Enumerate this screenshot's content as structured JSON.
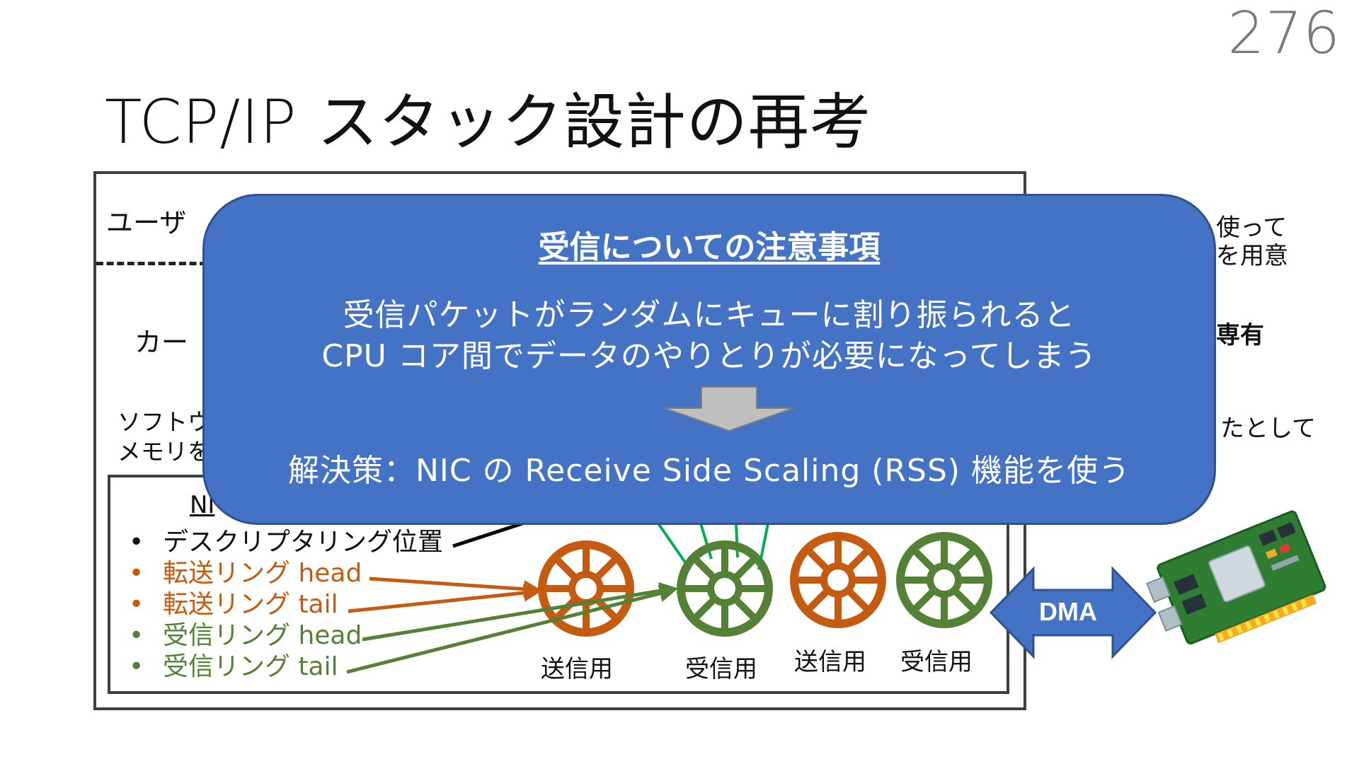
{
  "page_number": "276",
  "title": "TCP/IP スタック設計の再考",
  "user_label_partial": "ユーザ",
  "kernel_label_partial": "カー",
  "software_note_partial": [
    "ソフトウ",
    "メモリを"
  ],
  "right_text_fragments": {
    "use_line1": "使って",
    "use_line2": "を用意",
    "exclusive": "専有",
    "as_if": "たとして"
  },
  "nic_label_partial": "NI",
  "register_list": [
    {
      "text": "デスクリプタリング位置",
      "color": "#111111"
    },
    {
      "text": "転送リング head",
      "color": "#c55a11"
    },
    {
      "text": "転送リング tail",
      "color": "#c55a11"
    },
    {
      "text": "受信リング head",
      "color": "#538135"
    },
    {
      "text": "受信リング tail",
      "color": "#538135"
    }
  ],
  "bullet_char": "•",
  "rings": [
    {
      "label": "送信用",
      "color": "#c55a11"
    },
    {
      "label": "受信用",
      "color": "#538135"
    },
    {
      "label": "送信用",
      "color": "#c55a11"
    },
    {
      "label": "受信用",
      "color": "#538135"
    }
  ],
  "dma_label": "DMA",
  "dma_color": "#4472c4",
  "overlay": {
    "title": "受信についての注意事項",
    "line1": "受信パケットがランダムにキューに割り振られると",
    "line2": "CPU コア間でデータのやりとりが必要になってしまう",
    "solution": "解決策：NIC の Receive Side Scaling (RSS) 機能を使う",
    "background": "#4472c4"
  },
  "nic_card_icon": "network-interface-card-icon"
}
